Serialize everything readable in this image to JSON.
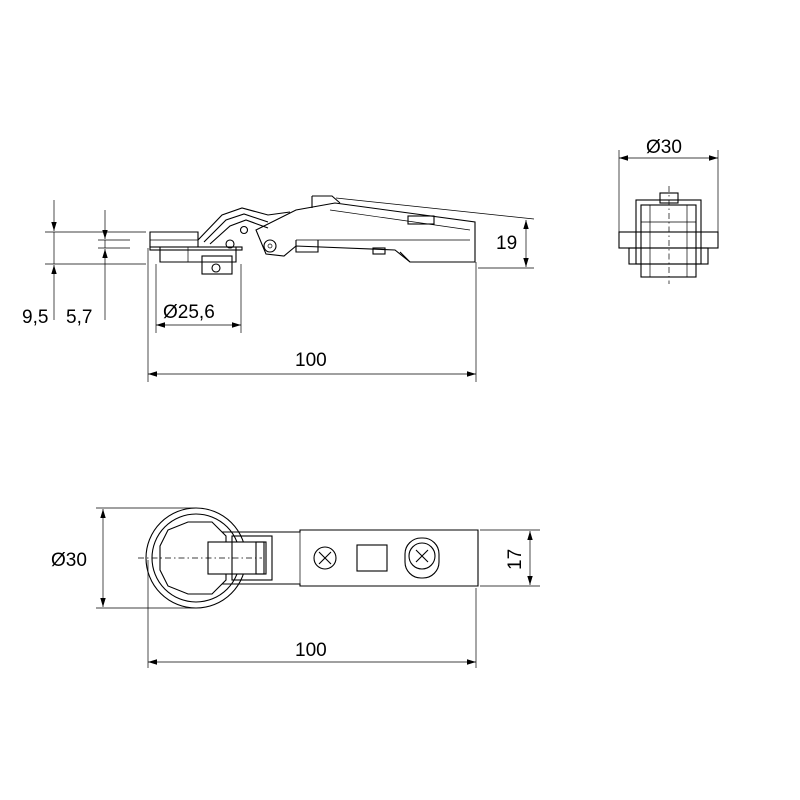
{
  "dimensions": {
    "side_length": "100",
    "side_height": "19",
    "cup_diameter_side": "Ø25,6",
    "depth_total": "9,5",
    "depth_cup": "5,7",
    "end_diameter": "Ø30",
    "top_diameter": "Ø30",
    "top_length": "100",
    "arm_width": "17"
  }
}
